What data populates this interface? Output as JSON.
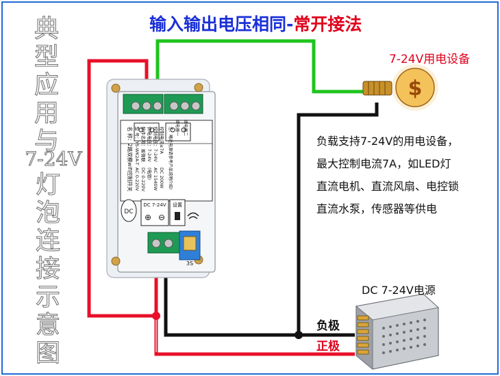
{
  "title_parts": [
    "输入输出电压相同-",
    "常开接法"
  ],
  "side_title_chars": [
    "典",
    "型",
    "应",
    "用",
    "与",
    "7-24V",
    "灯",
    "泡",
    "连",
    "接",
    "示",
    "意",
    "图"
  ],
  "bulb_label": "7-24V用电设备",
  "description_lines": [
    "负载支持7-24V的用电设备，",
    "最大控制电流7A，如LED灯",
    "直流电机、直流风扇、电控锁",
    "直流水泵，传感器等供电"
  ],
  "psu_label": "DC 7-24V电源",
  "negative_label": "负极",
  "positive_label": "正极",
  "module": {
    "name_line": "名 称：2路双模wifi控制开关",
    "spec_lines": [
      "型 号：YS-WK2A-T",
      "软件名称：易微联",
      "供电电压：7-24V",
      "控制电压：7-24V",
      "控制电流≤7A"
    ],
    "spec_lines_right": [
      "AC 0-220V",
      "DC 0-220V",
      "(电阻)",
      "AC 1540W",
      "DC 200W"
    ],
    "bottom_text": "注：曦达电源请参考产品说明介绍!",
    "dc_box_label": "DC 7-24V",
    "set_label": "设置",
    "dc_badge": "DC",
    "sw_label": "3S",
    "relay_labels": [
      "继电器一",
      "继电器二"
    ],
    "plus_sign": "⊕",
    "minus_sign": "⊖"
  },
  "colors": {
    "title_blue": "#1a2fd8",
    "title_red": "#e0001b",
    "wire_red": "#e8102a",
    "wire_green": "#1fc41f",
    "wire_black": "#111111",
    "frame_blue": "#1e6ad6",
    "terminal_green": "#1f9a55"
  }
}
